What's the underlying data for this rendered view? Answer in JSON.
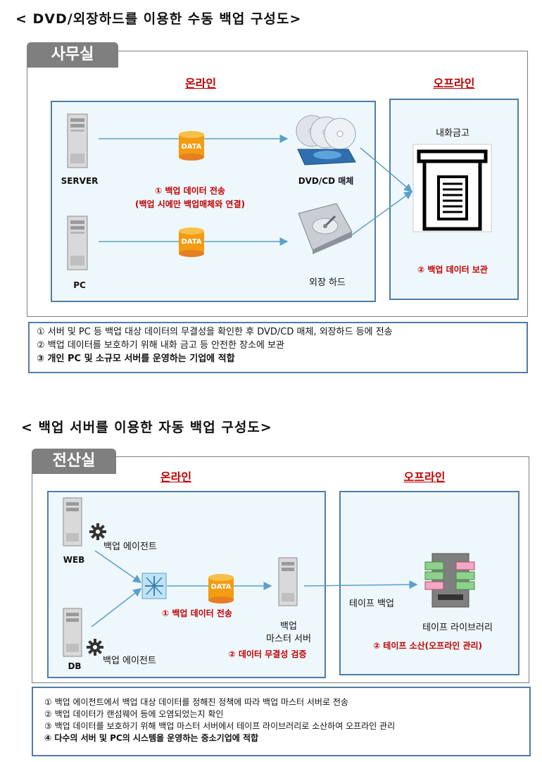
{
  "diagram1": {
    "title": "< DVD/외장하드를 이용한 수동 백업 구성도>",
    "room": "사무실",
    "online": "온라인",
    "offline": "오프라인",
    "server": "SERVER",
    "pc": "PC",
    "data1": "DATA",
    "data2": "DATA",
    "transfer_1": "① 백업 데이터 전송",
    "transfer_2": "(백업 시에만 백업매체와 연결)",
    "dvd": "DVD/CD 매체",
    "hdd": "외장 하드",
    "safe": "내화금고",
    "keep": "② 백업 데이터 보관",
    "notes": [
      "① 서버 및 PC 등 백업 대상 데이터의 무결성을 확인한 후 DVD/CD 매체, 외장하드 등에 전송",
      "② 백업 데이터를 보호하기 위해 내화 금고 등 안전한 장소에 보관",
      "③ 개인 PC 및 소규모 서버를 운영하는 기업에 적합"
    ]
  },
  "diagram2": {
    "title": "< 백업 서버를 이용한 자동 백업 구성도>",
    "room": "전산실",
    "online": "온라인",
    "offline": "오프라인",
    "web": "WEB",
    "db": "DB",
    "agent1": "백업 에이전트",
    "agent2": "백업 에이전트",
    "data": "DATA",
    "transfer": "① 백업 데이터 전송",
    "master_1": "백업",
    "master_2": "마스터 서버",
    "integrity": "② 데이터 무결성 검증",
    "tape_backup": "테이프 백업",
    "tape_lib": "테이프 라이브러리",
    "tape_off": "② 테이프 소산(오프라인 관리)",
    "notes": [
      "① 백업 에이전트에서 백업 대상 데이터를 정해진 정책에 따라 백업 마스터 서버로 전송",
      "② 백업 데이터가 랜섬웨어 등에 오염되었는지 확인",
      "③ 백업 데이터를 보호하기 위해 백업 마스터 서버에서 테이프 라이브러리로 소산하여 오프라인 관리",
      "④ 다수의 서버 및 PC의 시스템을 운영하는 중소기업에 적합"
    ]
  },
  "colors": {
    "accent": "#c00000",
    "panel_border": "#4f7da6",
    "panel_fill": "#eef7fb",
    "tag": "#7f7f7f"
  }
}
